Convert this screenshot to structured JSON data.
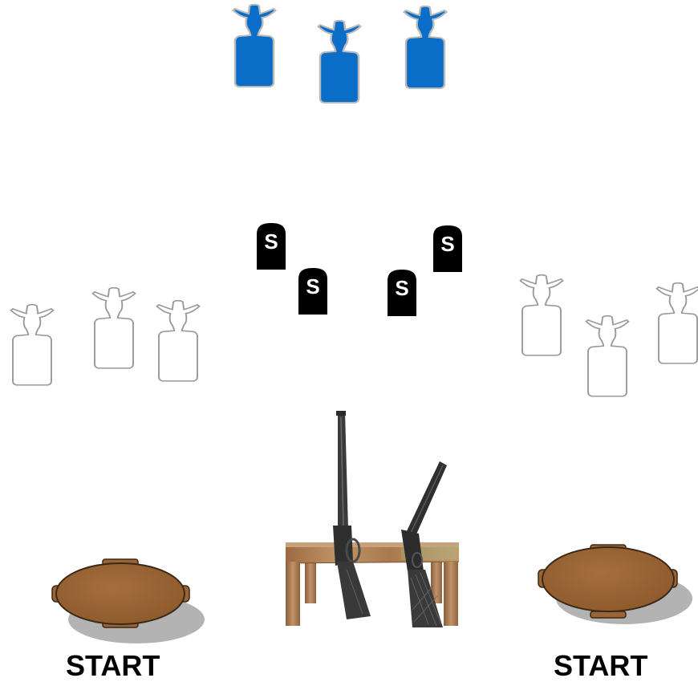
{
  "colors": {
    "background": "#ffffff",
    "blue_target_fill": "#0a6ec8",
    "blue_target_edge": "#b9b9b9",
    "white_target_fill": "#ffffff",
    "white_target_edge": "#9a9a9a",
    "knockdown_fill": "#000000",
    "knockdown_letter": "#ffffff",
    "barrel_fill": "#9a6637",
    "barrel_edge": "#3c2814",
    "barrel_shadow": "#9a9a9a",
    "table_top": "#b07e52",
    "table_leg": "#a47448",
    "gun_metal": "#2f2f2f",
    "gun_stock": "#3a3a3a"
  },
  "targets": {
    "blue_group": {
      "count": 3,
      "icon": "cowboy-silhouette-target-icon"
    },
    "left_white_group": {
      "count": 3,
      "icon": "cowboy-silhouette-target-icon"
    },
    "right_white_group": {
      "count": 3,
      "icon": "cowboy-silhouette-target-icon"
    },
    "knockdowns": {
      "count": 4,
      "letter": "S",
      "icon": "knockdown-plate-icon"
    }
  },
  "props": {
    "table_icon": "loading-table-icon",
    "rifle_icon": "rifle-icon",
    "shotgun_icon": "shotgun-icon",
    "barrel_icon": "barrel-icon"
  },
  "labels": {
    "start_left": "START",
    "start_right": "START"
  }
}
